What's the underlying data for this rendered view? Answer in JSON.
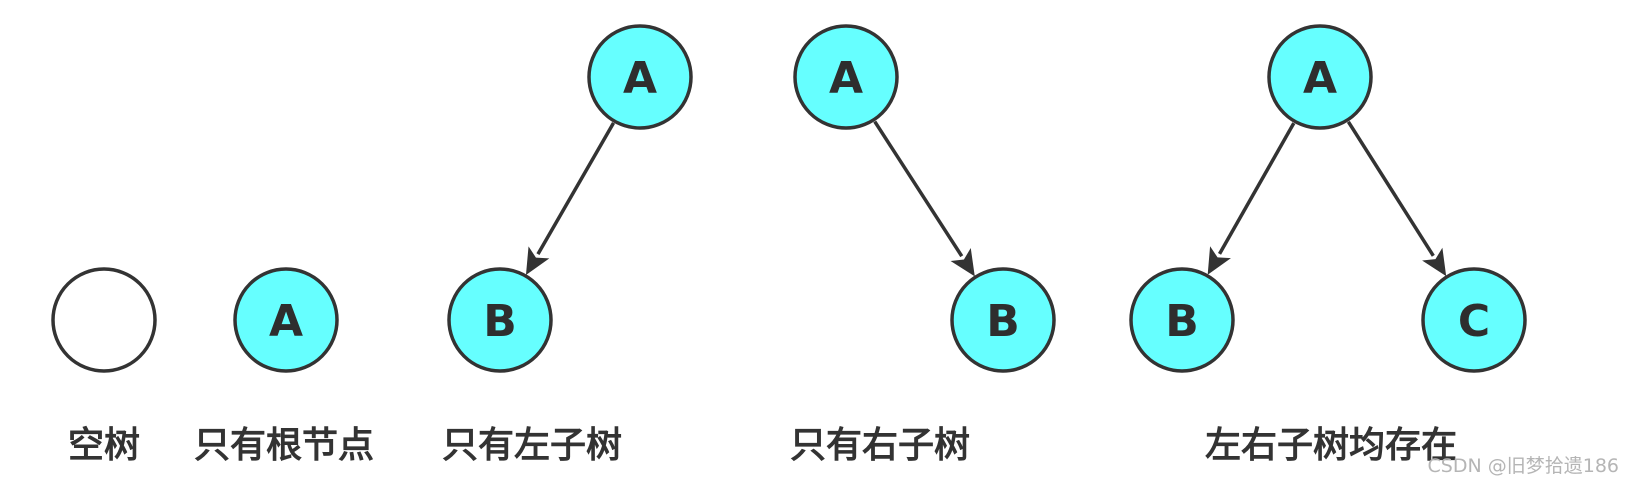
{
  "colors": {
    "node_fill": "#66ffff",
    "empty_fill": "#ffffff",
    "stroke": "#333333",
    "text": "#333333"
  },
  "trees": [
    {
      "caption": "空树",
      "nodes": [
        {
          "id": "n0",
          "label": "",
          "filled": false
        }
      ],
      "edges": []
    },
    {
      "caption": "只有根节点",
      "nodes": [
        {
          "id": "n1",
          "label": "A",
          "filled": true
        }
      ],
      "edges": []
    },
    {
      "caption": "只有左子树",
      "nodes": [
        {
          "id": "n2",
          "label": "A",
          "filled": true
        },
        {
          "id": "n3",
          "label": "B",
          "filled": true
        }
      ],
      "edges": [
        {
          "from": "n2",
          "to": "n3"
        }
      ]
    },
    {
      "caption": "只有右子树",
      "nodes": [
        {
          "id": "n4",
          "label": "A",
          "filled": true
        },
        {
          "id": "n5",
          "label": "B",
          "filled": true
        }
      ],
      "edges": [
        {
          "from": "n4",
          "to": "n5"
        }
      ]
    },
    {
      "caption": "左右子树均存在",
      "nodes": [
        {
          "id": "n6",
          "label": "A",
          "filled": true
        },
        {
          "id": "n7",
          "label": "B",
          "filled": true
        },
        {
          "id": "n8",
          "label": "C",
          "filled": true
        }
      ],
      "edges": [
        {
          "from": "n6",
          "to": "n7"
        },
        {
          "from": "n6",
          "to": "n8"
        }
      ]
    }
  ],
  "watermark": "CSDN @旧梦拾遗186"
}
